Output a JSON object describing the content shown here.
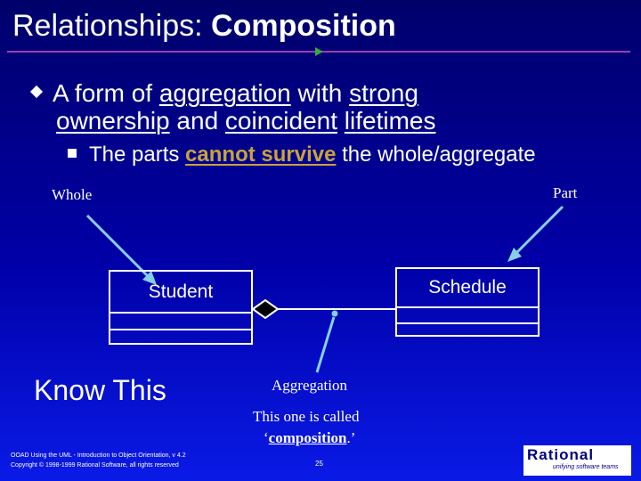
{
  "slide": {
    "title_prefix": "Relationships: ",
    "title_emphasis": "Composition",
    "bullet1": {
      "t1": "A form of ",
      "u1": "aggregation",
      "t2": " with ",
      "u2": "strong",
      "u3": "ownership",
      "t3": " and ",
      "u4": "coincident",
      "t4": " ",
      "u5": "lifetimes"
    },
    "bullet2": {
      "t1": "The parts ",
      "emphasis": "cannot survive",
      "t2": " the whole/aggregate"
    }
  },
  "diagram": {
    "label_whole": "Whole",
    "label_part": "Part",
    "class_left": "Student",
    "class_right": "Schedule",
    "aggregation_label": "Aggregation",
    "called_line1": "This one is called",
    "called_open": "‘",
    "called_word": "composition",
    "called_close": ".’"
  },
  "know_this": "Know This",
  "footer": {
    "line1": "OOAD Using the UML - Introduction to Object Orientation, v 4.2",
    "line2": "Copyright © 1998-1999 Rational Software, all rights reserved",
    "page_number": "25"
  },
  "logo": {
    "word": "Rational",
    "tagline": "unifying software teams"
  },
  "colors": {
    "bg_top": "#00006a",
    "bg_bottom": "#0a1ae6",
    "emphasis_gold": "#c9a23a",
    "arrow_cyan": "#86cfe8",
    "rule_purple": "#9a3fb0"
  }
}
